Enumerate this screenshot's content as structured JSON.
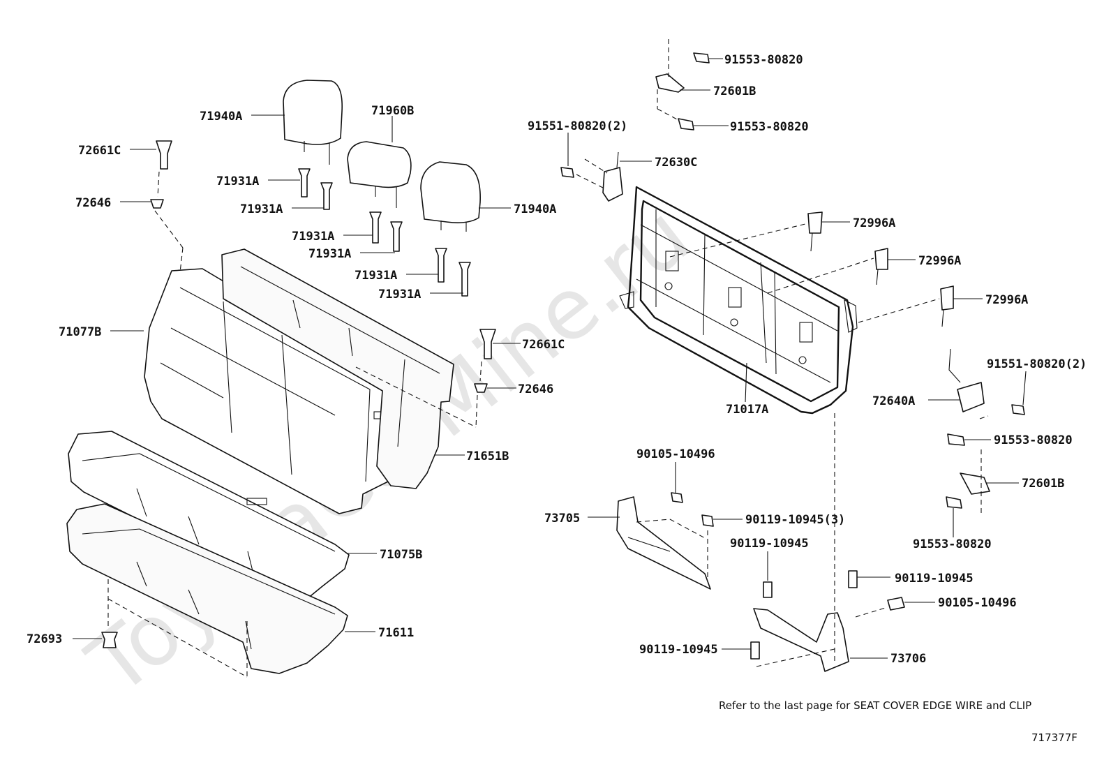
{
  "watermark": "ToyotaCarMine.ru",
  "note": "Refer to the last page for SEAT COVER EDGE WIRE and CLIP",
  "diagram_code": "717377F",
  "labels": {
    "l71940A_1": "71940A",
    "l71960B": "71960B",
    "l72661C_1": "72661C",
    "l72646_1": "72646",
    "l71931A_1": "71931A",
    "l71931A_2": "71931A",
    "l71931A_3": "71931A",
    "l71931A_4": "71931A",
    "l71931A_5": "71931A",
    "l71931A_6": "71931A",
    "l71940A_2": "71940A",
    "l71077B": "71077B",
    "l72661C_2": "72661C",
    "l72646_2": "72646",
    "l71651B": "71651B",
    "l71075B": "71075B",
    "l72693": "72693",
    "l71611": "71611",
    "l91553_1": "91553-80820",
    "l72601B_1": "72601B",
    "l91553_2": "91553-80820",
    "l91551_1": "91551-80820(2)",
    "l72630C": "72630C",
    "l72996A_1": "72996A",
    "l72996A_2": "72996A",
    "l72996A_3": "72996A",
    "l91551_2": "91551-80820(2)",
    "l72640A": "72640A",
    "l71017A": "71017A",
    "l91553_3": "91553-80820",
    "l72601B_2": "72601B",
    "l91553_4": "91553-80820",
    "l90105_1": "90105-10496",
    "l73705": "73705",
    "l90119_1": "90119-10945(3)",
    "l90119_2": "90119-10945",
    "l90119_3": "90119-10945",
    "l90105_2": "90105-10496",
    "l90119_4": "90119-10945",
    "l73706": "73706"
  }
}
